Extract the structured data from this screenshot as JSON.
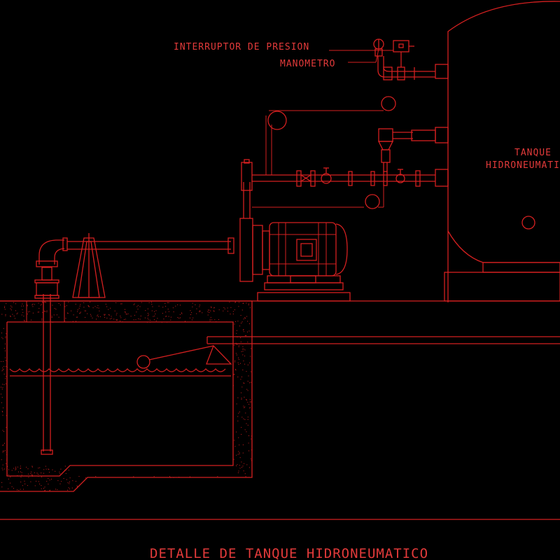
{
  "labels": {
    "pressure_switch": "INTERRUPTOR DE PRESION",
    "pressure_gauge": "MANOMETRO",
    "tank_line1": "TANQUE",
    "tank_line2": "HIDRONEUMATICO"
  },
  "title": "DETALLE DE TANQUE HIDRONEUMATICO",
  "colors": {
    "background": "#000000",
    "line": "#d42020",
    "text": "#e23a3a"
  }
}
